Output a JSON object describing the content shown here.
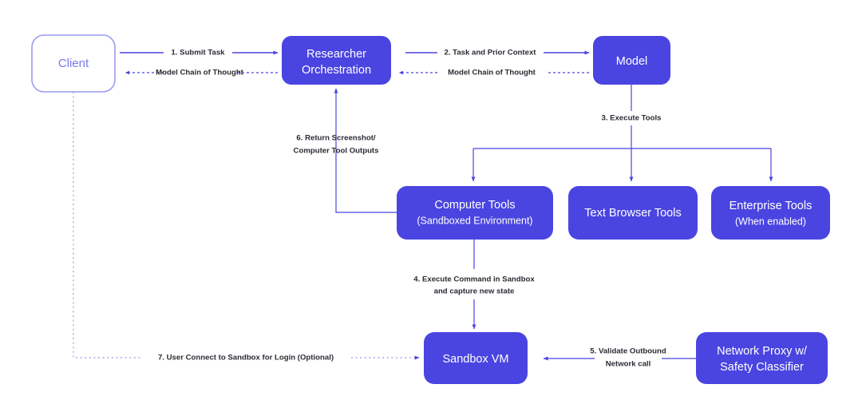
{
  "diagram": {
    "title": "Researcher Orchestration Computer-Use Architecture",
    "colors": {
      "node_fill": "#4a45e0",
      "node_text": "#ffffff",
      "outline_stroke": "#9b9bf0",
      "outline_text": "#7b78e8",
      "edge": "#4a45e0",
      "edge_light": "#a9a7ee",
      "label_text": "#2a2a33",
      "background": "#ffffff"
    },
    "nodes": {
      "client": {
        "label": "Client",
        "style": "outline"
      },
      "researcher": {
        "label_line1": "Researcher",
        "label_line2": "Orchestration",
        "style": "filled"
      },
      "model": {
        "label": "Model",
        "style": "filled"
      },
      "computer_tools": {
        "label_line1": "Computer Tools",
        "label_line2": "(Sandboxed Environment)",
        "style": "filled"
      },
      "text_browser_tools": {
        "label": "Text Browser Tools",
        "style": "filled"
      },
      "enterprise_tools": {
        "label_line1": "Enterprise Tools",
        "label_line2": "(When enabled)",
        "style": "filled"
      },
      "sandbox_vm": {
        "label": "Sandbox VM",
        "style": "filled"
      },
      "network_proxy": {
        "label_line1": "Network Proxy w/",
        "label_line2": "Safety Classifier",
        "style": "filled"
      }
    },
    "edges": {
      "submit_task": {
        "label": "1. Submit Task",
        "style": "solid",
        "direction": "client-to-researcher"
      },
      "chain_of_thought_left": {
        "label": "Model Chain of  Thought",
        "style": "dashed",
        "direction": "researcher-to-client"
      },
      "task_and_prior_context": {
        "label": "2. Task and Prior Context",
        "style": "solid",
        "direction": "researcher-to-model"
      },
      "chain_of_thought_right": {
        "label": "Model Chain of  Thought",
        "style": "dashed",
        "direction": "model-to-researcher"
      },
      "execute_tools": {
        "label": "3. Execute Tools",
        "style": "solid",
        "direction": "model-to-tools"
      },
      "execute_command": {
        "label_line1": "4. Execute Command in Sandbox",
        "label_line2": "and capture new state",
        "style": "solid",
        "direction": "computer-tools-to-sandbox-vm"
      },
      "validate_outbound": {
        "label_line1": "5. Validate Outbound",
        "label_line2": "Network call",
        "style": "bidirectional",
        "direction": "sandbox-vm-to-network-proxy"
      },
      "return_screenshot": {
        "label_line1": "6. Return Screenshot/",
        "label_line2": "Computer Tool Outputs",
        "style": "solid-elbow",
        "direction": "computer-tools-to-researcher"
      },
      "user_connect": {
        "label": "7. User Connect to Sandbox for Login (Optional)",
        "style": "dotted",
        "direction": "client-to-sandbox-vm"
      }
    }
  }
}
